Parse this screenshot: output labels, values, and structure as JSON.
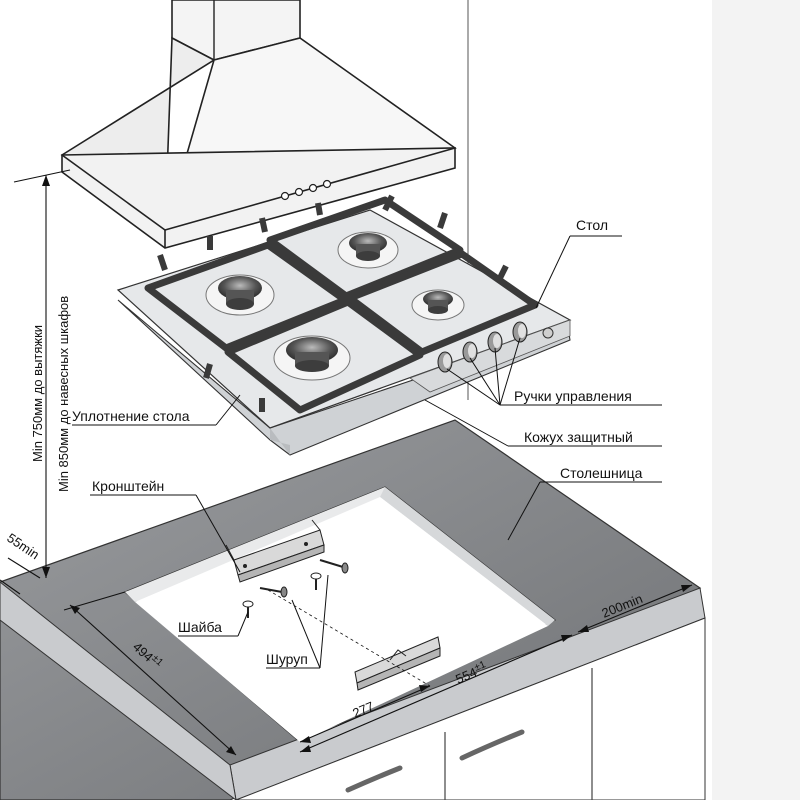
{
  "labels": {
    "stol": "Стол",
    "ruchki": "Ручки управления",
    "uplotnenie": "Уплотнение стола",
    "kozhukh": "Кожух защитный",
    "stoleshnitsa": "Столешница",
    "kronshtein": "Кронштейн",
    "shaiba": "Шайба",
    "shurup": "Шуруп"
  },
  "dimensions": {
    "vertical_hood": "Min 750мм до вытяжки",
    "vertical_cabinets": "Min 850мм до навесных шкафов",
    "min55": "55min",
    "min200": "200min",
    "d494": "494",
    "d494_tol": "±1",
    "d554": "554",
    "d554_tol": "±1",
    "d277": "277"
  },
  "colors": {
    "countertop": "#8a8c90",
    "countertop_edge": "#bfc1c4",
    "grate": "#3a3a3a",
    "burner": "#5a5a5a",
    "hob_surface": "#e6e8ea",
    "line": "#111111"
  }
}
